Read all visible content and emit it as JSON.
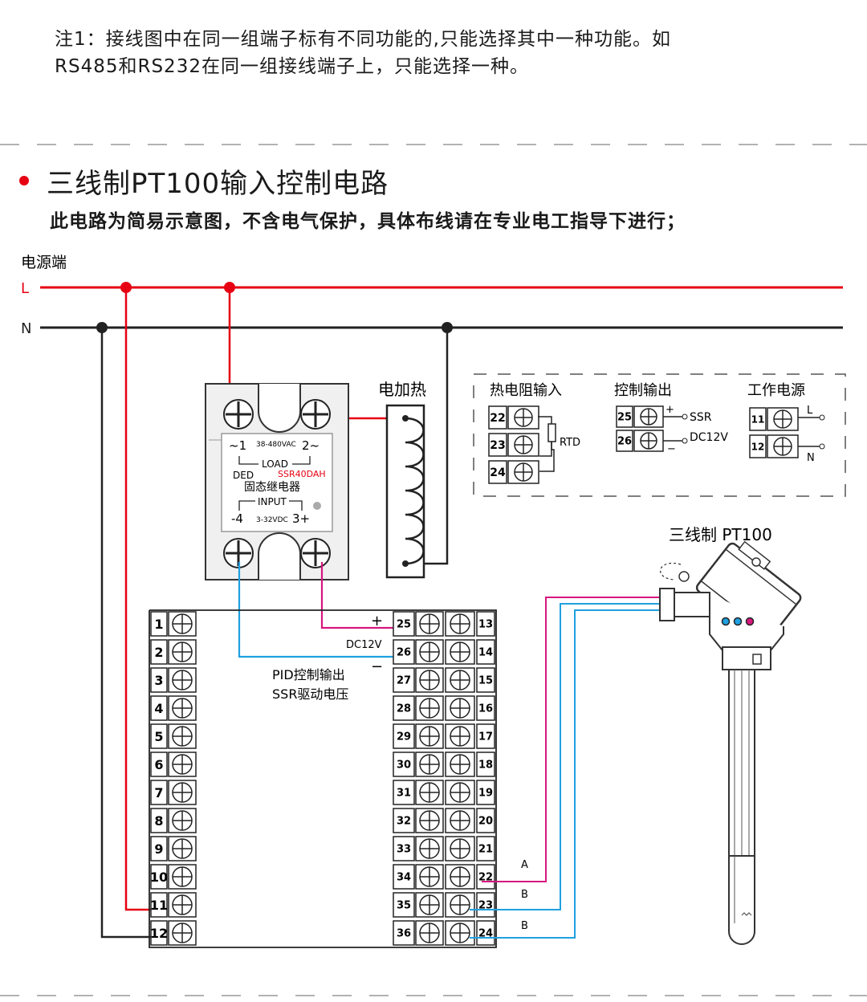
{
  "header": {
    "note_line1": "注1：接线图中在同一组端子标有不同功能的,只能选择其中一种功能。如",
    "note_line2": "RS485和RS232在同一组接线端子上，只能选择一种。",
    "title": "三线制PT100输入控制电路",
    "subtitle": "此电路为简易示意图，不含电气保护，具体布线请在专业电工指导下进行；"
  },
  "power": {
    "label": "电源端",
    "L": "L",
    "N": "N"
  },
  "heater": {
    "label": "电加热"
  },
  "ssr": {
    "ac_left": "~1",
    "ac_voltage": "38-480VAC",
    "ac_right": "2~",
    "load": "LOAD",
    "brand": "DED",
    "model": "SSR40DAH",
    "name": "固态继电器",
    "input": "INPUT",
    "dc_left": "-4",
    "dc_voltage": "3-32VDC",
    "dc_right": "3+"
  },
  "legend": {
    "rtd_title": "热电阻输入",
    "rtd_label": "RTD",
    "rtd_terms": [
      "22",
      "23",
      "24"
    ],
    "ctrl_title": "控制输出",
    "ctrl_terms": [
      "25",
      "26"
    ],
    "ctrl_plus": "+",
    "ctrl_minus": "−",
    "ctrl_ssr": "SSR",
    "ctrl_dc": "DC12V",
    "pwr_title": "工作电源",
    "pwr_terms": [
      "11",
      "12"
    ],
    "pwr_L": "L",
    "pwr_N": "N"
  },
  "controller": {
    "left_terms": [
      "1",
      "2",
      "3",
      "4",
      "5",
      "6",
      "7",
      "8",
      "9",
      "10",
      "11",
      "12"
    ],
    "mid_terms": [
      "25",
      "26",
      "27",
      "28",
      "29",
      "30",
      "31",
      "32",
      "33",
      "34",
      "35",
      "36"
    ],
    "right_terms": [
      "13",
      "14",
      "15",
      "16",
      "17",
      "18",
      "19",
      "20",
      "21",
      "22",
      "23",
      "24"
    ],
    "plus": "+",
    "minus": "−",
    "dc12v": "DC12V",
    "pid_line1": "PID控制输出",
    "pid_line2": "SSR驱动电压"
  },
  "sensor": {
    "label": "三线制  PT100",
    "wire_a": "A",
    "wire_b1": "B",
    "wire_b2": "B"
  },
  "colors": {
    "red": "#e60012",
    "blue": "#1fa0e0",
    "magenta": "#d6177e",
    "dark": "#222222",
    "gray": "#666666"
  }
}
